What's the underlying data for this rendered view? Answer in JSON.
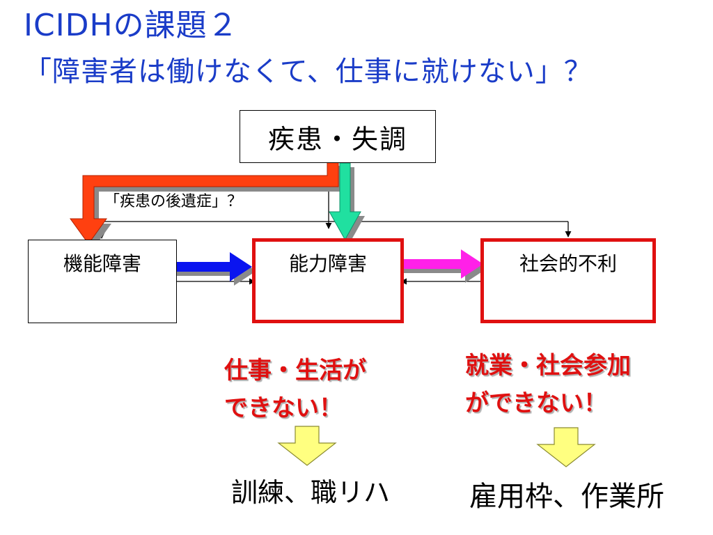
{
  "title": {
    "line1": "ICIDHの課題２",
    "line2": "「障害者は働けなくて、仕事に就けない」？"
  },
  "nodes": {
    "disease": "疾患・失調",
    "impairment": "機能障害",
    "disability": "能力障害",
    "handicap": "社会的不利"
  },
  "sequela_label": "「疾患の後遺症」？",
  "notes": {
    "disability_line1": "仕事・生活が",
    "disability_line2": "できない！",
    "handicap_line1": "就業・社会参加",
    "handicap_line2": "ができない！"
  },
  "outcomes": {
    "disability": "訓練、職リハ",
    "handicap": "雇用枠、作業所"
  },
  "colors": {
    "title": "#1a3cc8",
    "orange_arrow": "#ff4010",
    "green_arrow": "#20e0a0",
    "blue_arrow": "#0a14f0",
    "magenta_arrow": "#ff20e8",
    "down_arrow_fill": "#ffff80",
    "emphasis_border": "#e01010",
    "note_text": "#e01010"
  }
}
